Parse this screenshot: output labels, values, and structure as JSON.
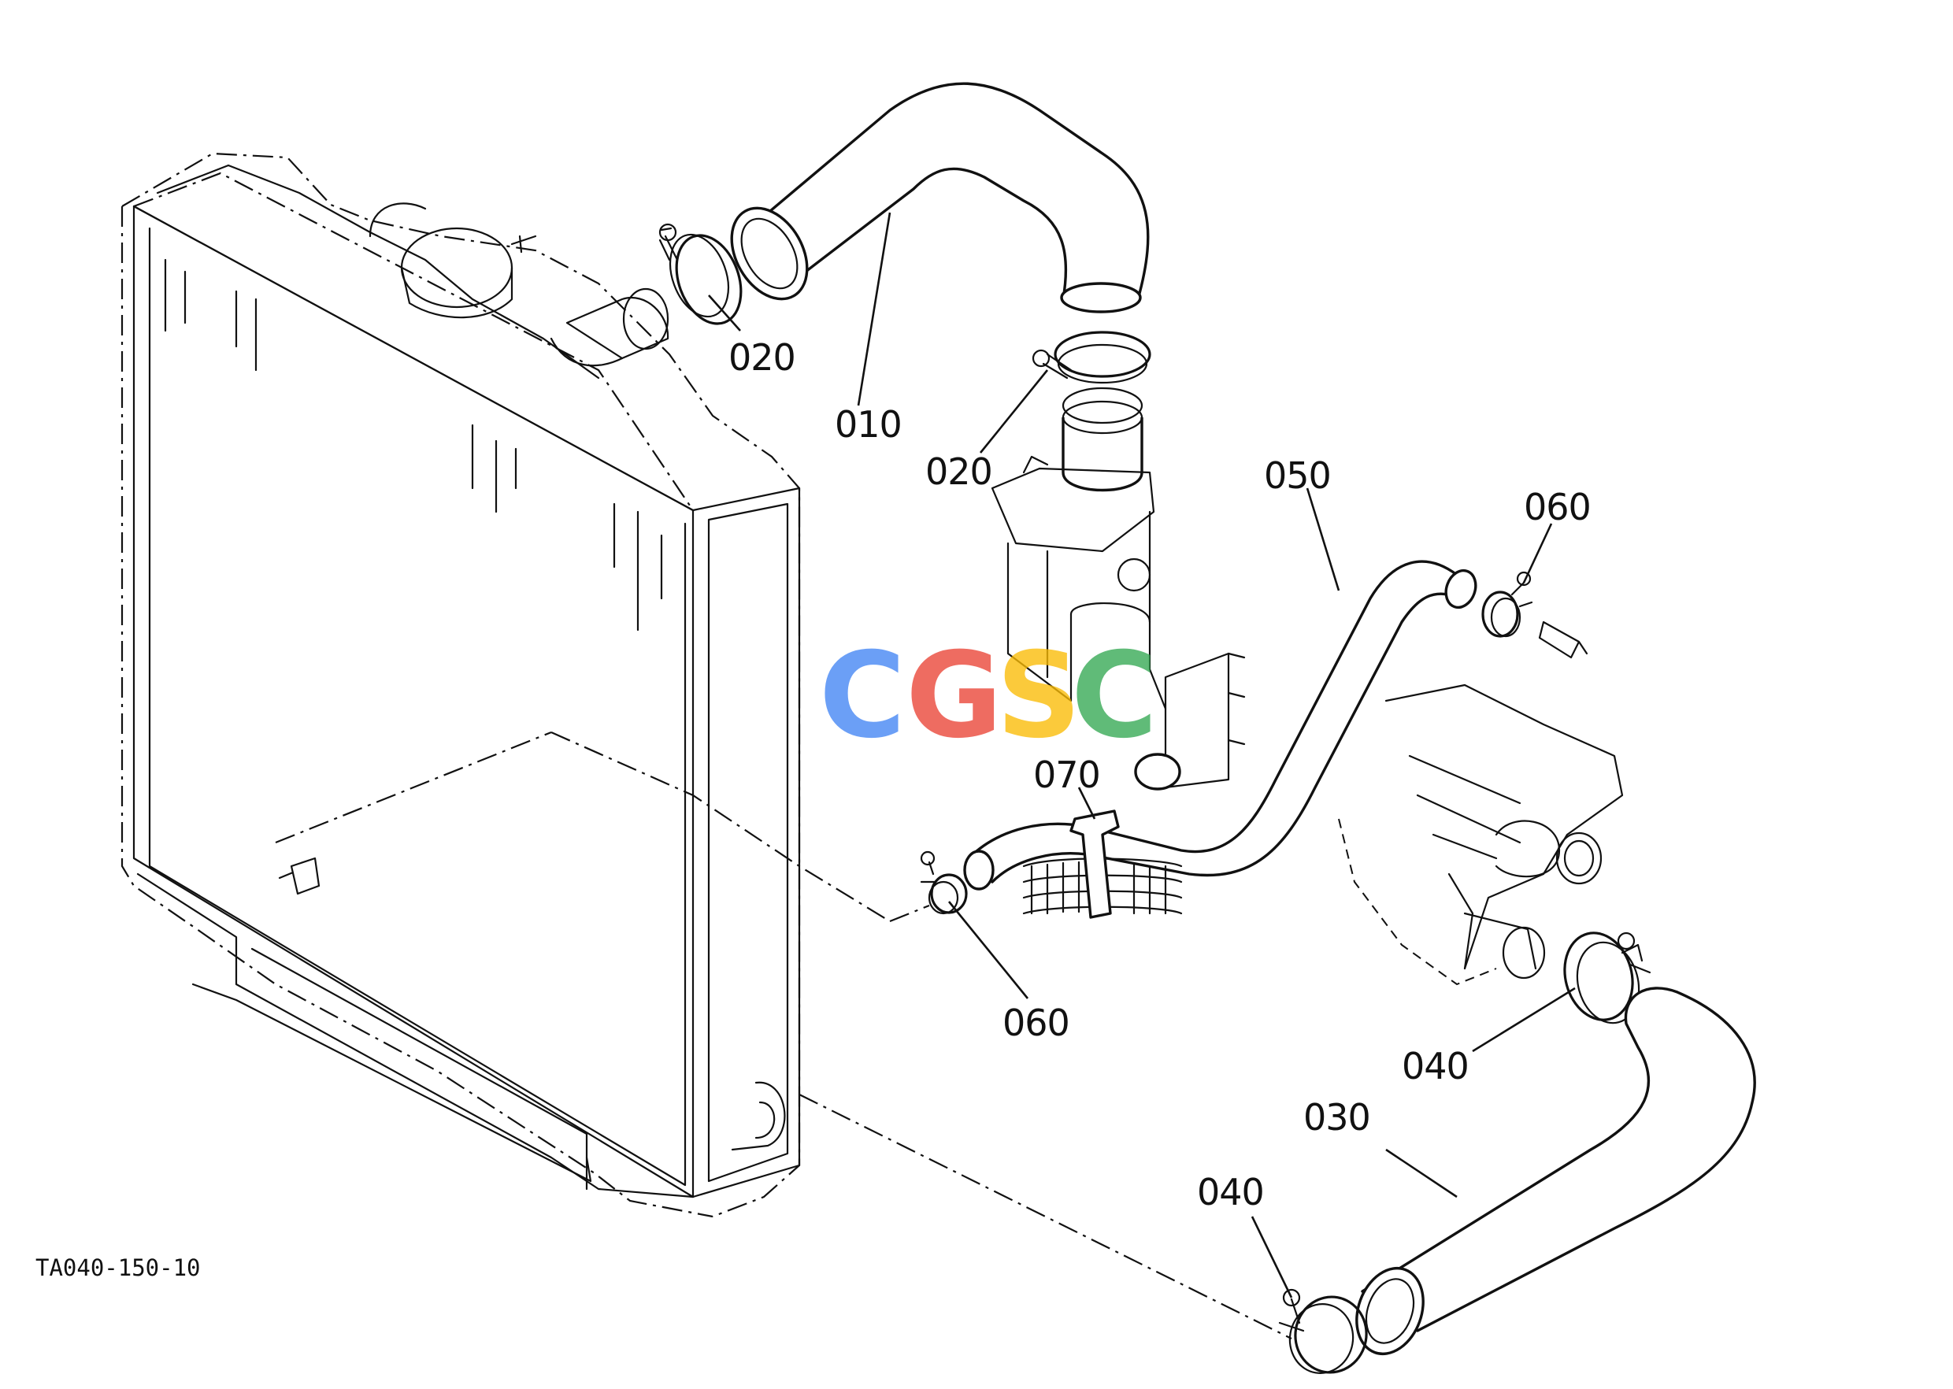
{
  "callouts": {
    "p010": "010",
    "p020a": "020",
    "p020b": "020",
    "p030": "030",
    "p040a": "040",
    "p040b": "040",
    "p050": "050",
    "p060a": "060",
    "p060b": "060",
    "p070": "070"
  },
  "drawing_code": "TA040-150-10",
  "watermark": {
    "letters": [
      "C",
      "G",
      "S",
      "C"
    ],
    "colors": [
      "#4285F4",
      "#EA4335",
      "#FBBC05",
      "#34A853"
    ]
  }
}
